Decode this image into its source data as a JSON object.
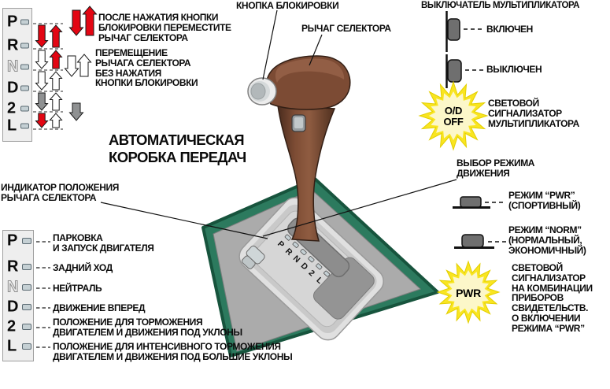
{
  "title": {
    "lines": [
      "АВТОМАТИЧЕСКАЯ",
      "КОРОБКА ПЕРЕДАЧ"
    ]
  },
  "gear_letters": [
    "P",
    "R",
    "N",
    "D",
    "2",
    "L"
  ],
  "labels": {
    "lock_button": "КНОПКА БЛОКИРОВКИ",
    "selector_lever": "РЫЧАГ СЕЛЕКТОРА",
    "position_indicator": [
      "ИНДИКАТОР ПОЛОЖЕНИЯ",
      "РЫЧАГА СЕЛЕКТОРА"
    ],
    "mode_selection": [
      "ВЫБОР РЕЖИМА",
      "ДВИЖЕНИЯ"
    ]
  },
  "top_left": {
    "legend_press": [
      "ПОСЛЕ НАЖАТИЯ КНОПКИ",
      "БЛОКИРОВКИ ПЕРЕМЕСТИТЕ",
      "РЫЧАГ СЕЛЕКТОРА"
    ],
    "legend_free": [
      "ПЕРЕМЕЩЕНИЕ",
      "РЫЧАГА СЕЛЕКТОРА",
      "БЕЗ НАЖАТИЯ",
      "КНОПКИ БЛОКИРОВКИ"
    ]
  },
  "shift_arrows": {
    "down_track": [
      "red",
      "white",
      "white",
      "gray",
      "red"
    ],
    "up_track": [
      "red",
      "red",
      "white",
      "white",
      "white"
    ]
  },
  "right": {
    "header": "ВЫКЛЮЧАТЕЛЬ МУЛЬТИПЛИКАТОРА",
    "switch_on": "ВКЛЮЧЕН",
    "switch_off": "ВЫКЛЮЧЕН",
    "od_star": {
      "line1": "O/D",
      "line2": "OFF"
    },
    "od_label": [
      "СВЕТОВОЙ",
      "СИГНАЛИЗАТОР",
      "МУЛЬТИПЛИКАТОРА"
    ],
    "pwr_mode": [
      "РЕЖИМ “PWR”",
      "(СПОРТИВНЫЙ)"
    ],
    "norm_mode": [
      "РЕЖИМ “NORM”",
      "(НОРМАЛЬНЫЙ,",
      "ЭКОНОМИЧНЫЙ)"
    ],
    "pwr_star": "PWR",
    "pwr_label": [
      "СВЕТОВОЙ",
      "СИГНАЛИЗАТОР",
      "НА КОМБИНАЦИИ",
      "ПРИБОРОВ",
      "СВИДЕТЕЛЬСТВ.",
      "О ВКЛЮЧЕНИИ",
      "РЕЖИМА “PWR”"
    ]
  },
  "positions": [
    {
      "letter": "P",
      "desc": [
        "ПАРКОВКА",
        "И ЗАПУСК ДВИГАТЕЛЯ"
      ]
    },
    {
      "letter": "R",
      "desc": [
        "ЗАДНИЙ ХОД"
      ]
    },
    {
      "letter": "N",
      "desc": [
        "НЕЙТРАЛЬ"
      ]
    },
    {
      "letter": "D",
      "desc": [
        "ДВИЖЕНИЕ ВПЕРЕД"
      ]
    },
    {
      "letter": "2",
      "desc": [
        "ПОЛОЖЕНИЕ ДЛЯ ТОРМОЖЕНИЯ",
        "ДВИГАТЕЛЕМ И ДВИЖЕНИЯ ПОД УКЛОНЫ"
      ]
    },
    {
      "letter": "L",
      "desc": [
        "ПОЛОЖЕНИЕ ДЛЯ ИНТЕНСИВНОГО ТОРМОЖЕНИЯ",
        "ДВИГАТЕЛЕМ И ДВИЖЕНИЯ ПОД БОЛЬШИЕ УКЛОНЫ"
      ]
    }
  ],
  "icons": {
    "multiplier_switch_on": "switch-knob-up",
    "multiplier_switch_off": "switch-knob-down",
    "mode_switch_pwr": "slider-knob",
    "mode_switch_norm": "slider-knob",
    "od_off_indicator": "starburst",
    "pwr_indicator": "starburst",
    "red_arrow": "shift-pressing-lock-button",
    "white_arrow": "shift-without-lock-button",
    "gray_arrow": "shift-step"
  },
  "colors": {
    "arrow_red": "#e30613",
    "arrow_white": "#ffffff",
    "arrow_gray": "#8f9192",
    "mat_green": "#2c7a5e",
    "mat_edge": "#17543d",
    "console_gray": "#ababab",
    "bezel_light": "#e0e0e0",
    "slot_gray": "#8d8d8d",
    "lever_brown": "#7c4b34",
    "star_yellow": "#f9e521",
    "star_inner": "#fcf7c9",
    "switch_knob": "#6f6f6f",
    "tab_fill": "#c5d0d4"
  }
}
